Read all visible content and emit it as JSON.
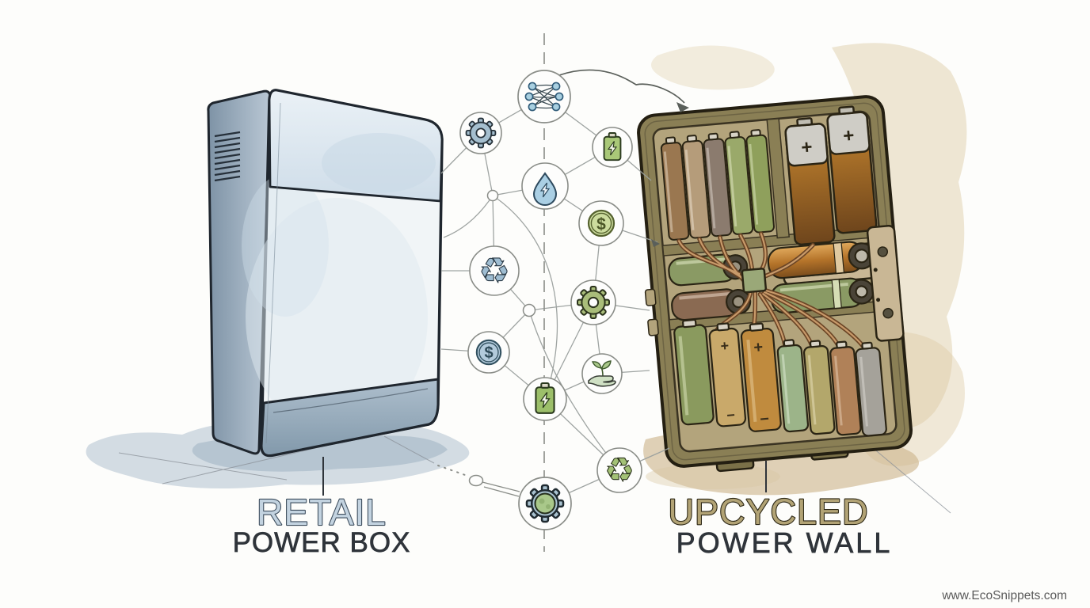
{
  "scene": {
    "left_object": "retail power box illustration",
    "right_object": "upcycled battery power wall illustration",
    "style": "watercolor infographic"
  },
  "labels": {
    "left_title": "RETAIL",
    "left_subtitle": "POWER BOX",
    "right_title": "UPCYCLED",
    "right_subtitle": "POWER WALL"
  },
  "watermark": "www.EcoSnippets.com",
  "glyphs": {
    "dollar": "$",
    "recycle": "♻",
    "plus": "+",
    "minus": "−"
  },
  "icon_names": [
    "network-icon",
    "gear-icon",
    "battery-icon",
    "water-energy-icon",
    "dollar-icon",
    "recycle-icon",
    "gear-icon",
    "dollar-icon",
    "eco-hand-icon",
    "battery-icon",
    "recycle-icon",
    "gear-globe-icon"
  ],
  "colors": {
    "left_title_fill": "#c3d3e0",
    "left_title_stroke": "#3e4e5e",
    "right_title_fill": "#b2a375",
    "right_title_stroke": "#2f2a18",
    "subtitle": "#2f343a",
    "watermark": "#5a5a5a",
    "box_body": "#f1f5f7",
    "box_side": "#8fa2b4",
    "box_base": "#9fb2c2",
    "wall_case": "#8a7f55",
    "wall_cavity": "#b3a47c",
    "icon_blue": "#a5bfcf",
    "icon_green": "#a9c878",
    "wire_copper": "#8a5a32"
  }
}
